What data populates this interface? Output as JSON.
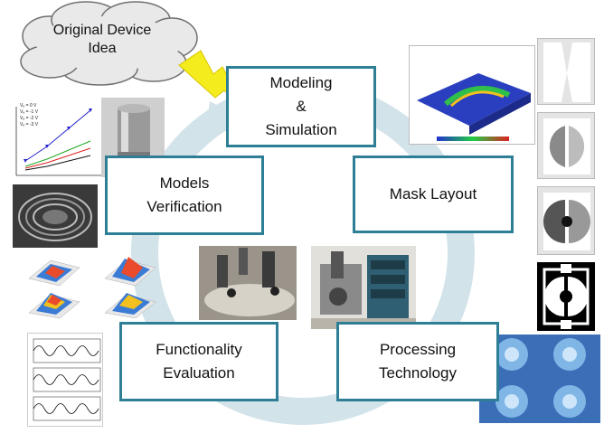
{
  "cloud": {
    "line1": "Original Device",
    "line2": "Idea"
  },
  "stages": {
    "modeling": {
      "line1": "Modeling",
      "line2": "&",
      "line3": "Simulation"
    },
    "mask": {
      "line1": "Mask Layout"
    },
    "processing": {
      "line1": "Processing",
      "line2": "Technology"
    },
    "functionality": {
      "line1": "Functionality",
      "line2": "Evaluation"
    },
    "verification": {
      "line1": "Models",
      "line2": "Verification"
    }
  },
  "plot_legend": [
    "Vₑ = 0 V",
    "Vₑ = -1 V",
    "Vₑ = -2 V",
    "Vₑ = -3 V"
  ],
  "colors": {
    "box_border": "#2e7f96",
    "cycle_ring": "#c9dde6",
    "bolt": "#f4ec1c"
  }
}
